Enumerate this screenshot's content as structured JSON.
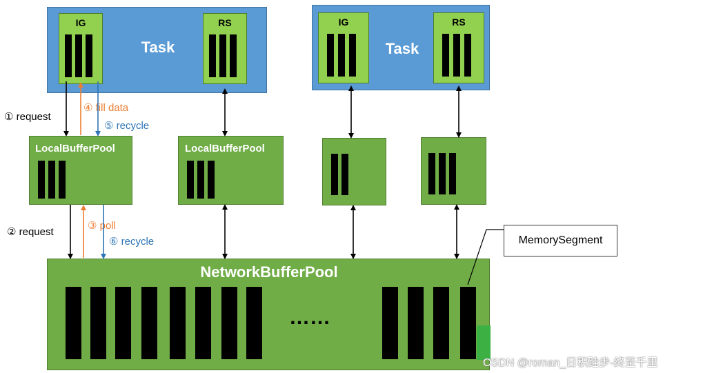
{
  "tasks": [
    {
      "title": "Task",
      "input_gate_label": "IG",
      "result_subpartition_label": "RS"
    },
    {
      "title": "Task",
      "input_gate_label": "IG",
      "result_subpartition_label": "RS"
    }
  ],
  "local_buffer_pools": [
    {
      "title": "LocalBufferPool"
    },
    {
      "title": "LocalBufferPool"
    }
  ],
  "network_buffer_pool": {
    "title": "NetworkBufferPool",
    "ellipsis": "……"
  },
  "annotations": {
    "request_1": "① request",
    "fill_data_4": "④ fill data",
    "recycle_5": "⑤ recycle",
    "request_2": "② request",
    "poll_3": "③ poll",
    "recycle_6": "⑥ recycle"
  },
  "memory_segment_label": "MemorySegment",
  "watermark": "CSDN @roman_日积跬步-终至千里",
  "colors": {
    "task_blue": "#5b9bd5",
    "gate_light_green": "#92d050",
    "pool_green": "#70ad47",
    "orange_arrow": "#ed7d31",
    "blue_arrow": "#2e75b6",
    "black_arrow": "#000000"
  }
}
